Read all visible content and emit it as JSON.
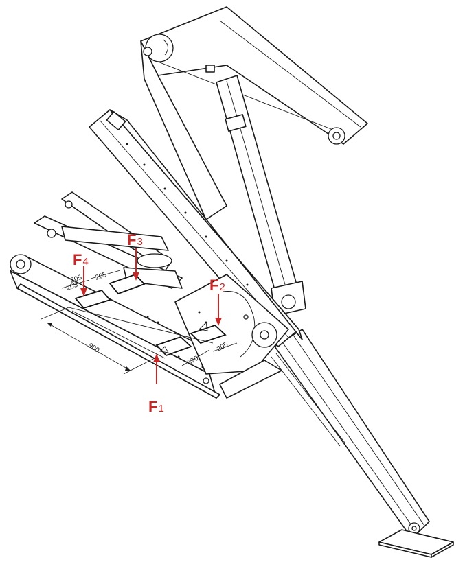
{
  "colors": {
    "force": "#c62828",
    "line": "#1a1a1a",
    "background": "#ffffff"
  },
  "forces": [
    {
      "id": "F1",
      "letter": "F",
      "sub": "1"
    },
    {
      "id": "F2",
      "letter": "F",
      "sub": "2"
    },
    {
      "id": "F3",
      "letter": "F",
      "sub": "3"
    },
    {
      "id": "F4",
      "letter": "F",
      "sub": "4"
    }
  ],
  "dimensions": {
    "length": "900",
    "rear_spacing": "370",
    "pad_width_a": "205",
    "pad_width_b": "205",
    "pad_width_c": "205",
    "pad_gap": "205"
  }
}
